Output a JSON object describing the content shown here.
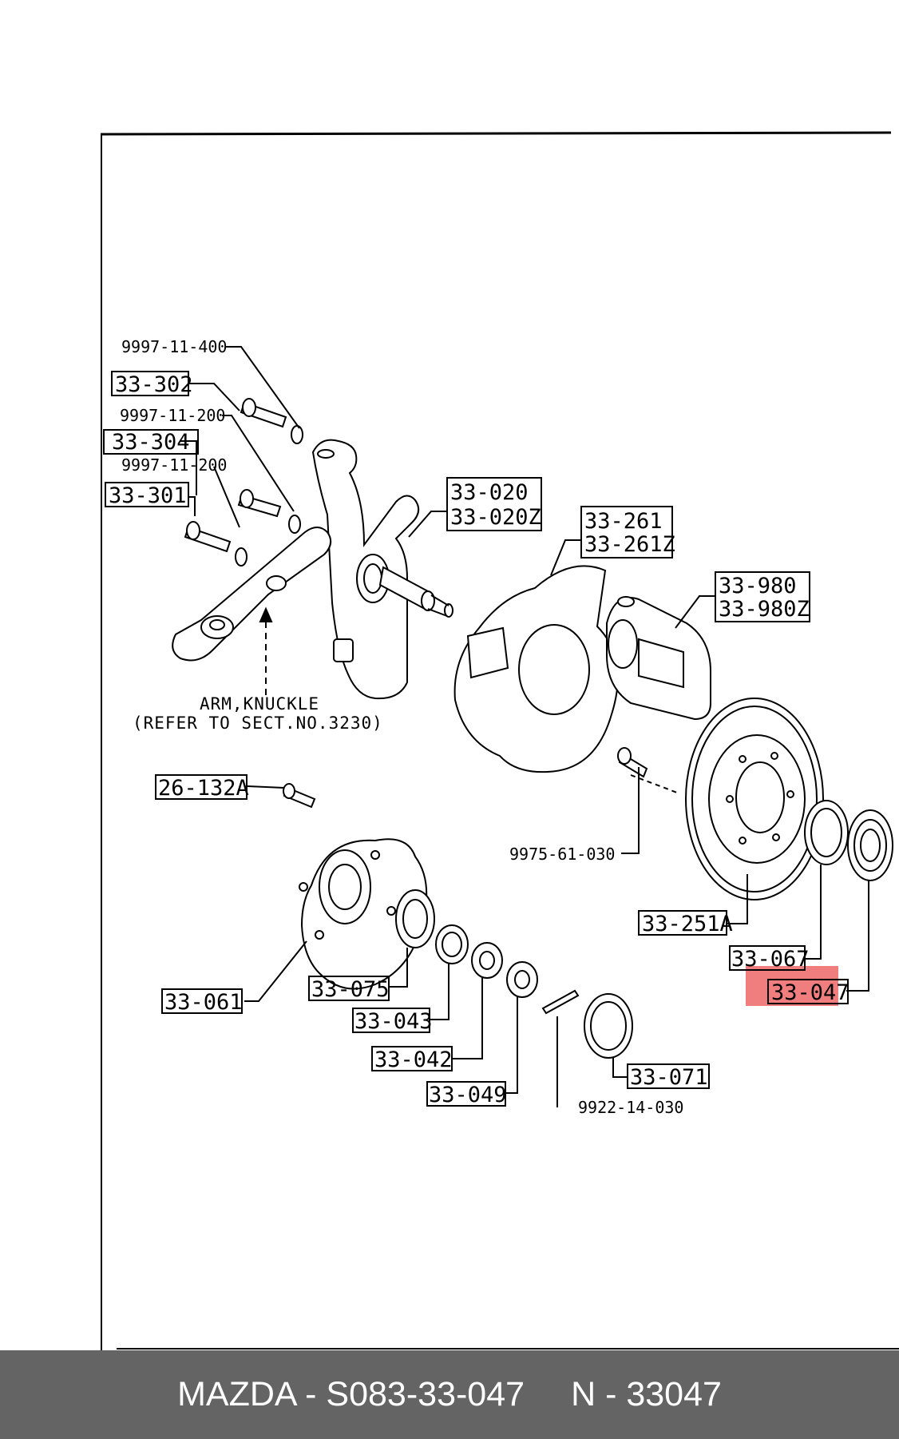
{
  "diagram": {
    "note_line1": "ARM,KNUCKLE",
    "note_line2": "(REFER TO SECT.NO.3230)",
    "labels": {
      "p9997_11_400": "9997-11-400",
      "p33_302": "33-302",
      "p9997_11_200_a": "9997-11-200",
      "p33_304": "33-304",
      "p9997_11_200_b": "9997-11-200",
      "p33_301": "33-301",
      "p33_020": "33-020",
      "p33_020z": "33-020Z",
      "p33_261": "33-261",
      "p33_261z": "33-261Z",
      "p33_980": "33-980",
      "p33_980z": "33-980Z",
      "p26_132a": "26-132A",
      "p9975_61_030": "9975-61-030",
      "p33_251a": "33-251A",
      "p33_067": "33-067",
      "p33_047": "33-047",
      "p33_061": "33-061",
      "p33_075": "33-075",
      "p33_043": "33-043",
      "p33_042": "33-042",
      "p33_049": "33-049",
      "p33_071": "33-071",
      "p9922_14_030": "9922-14-030"
    },
    "highlight_color": "#f07070"
  },
  "footer": {
    "left": "MAZDA - S083-33-047",
    "right": "N - 33047"
  }
}
